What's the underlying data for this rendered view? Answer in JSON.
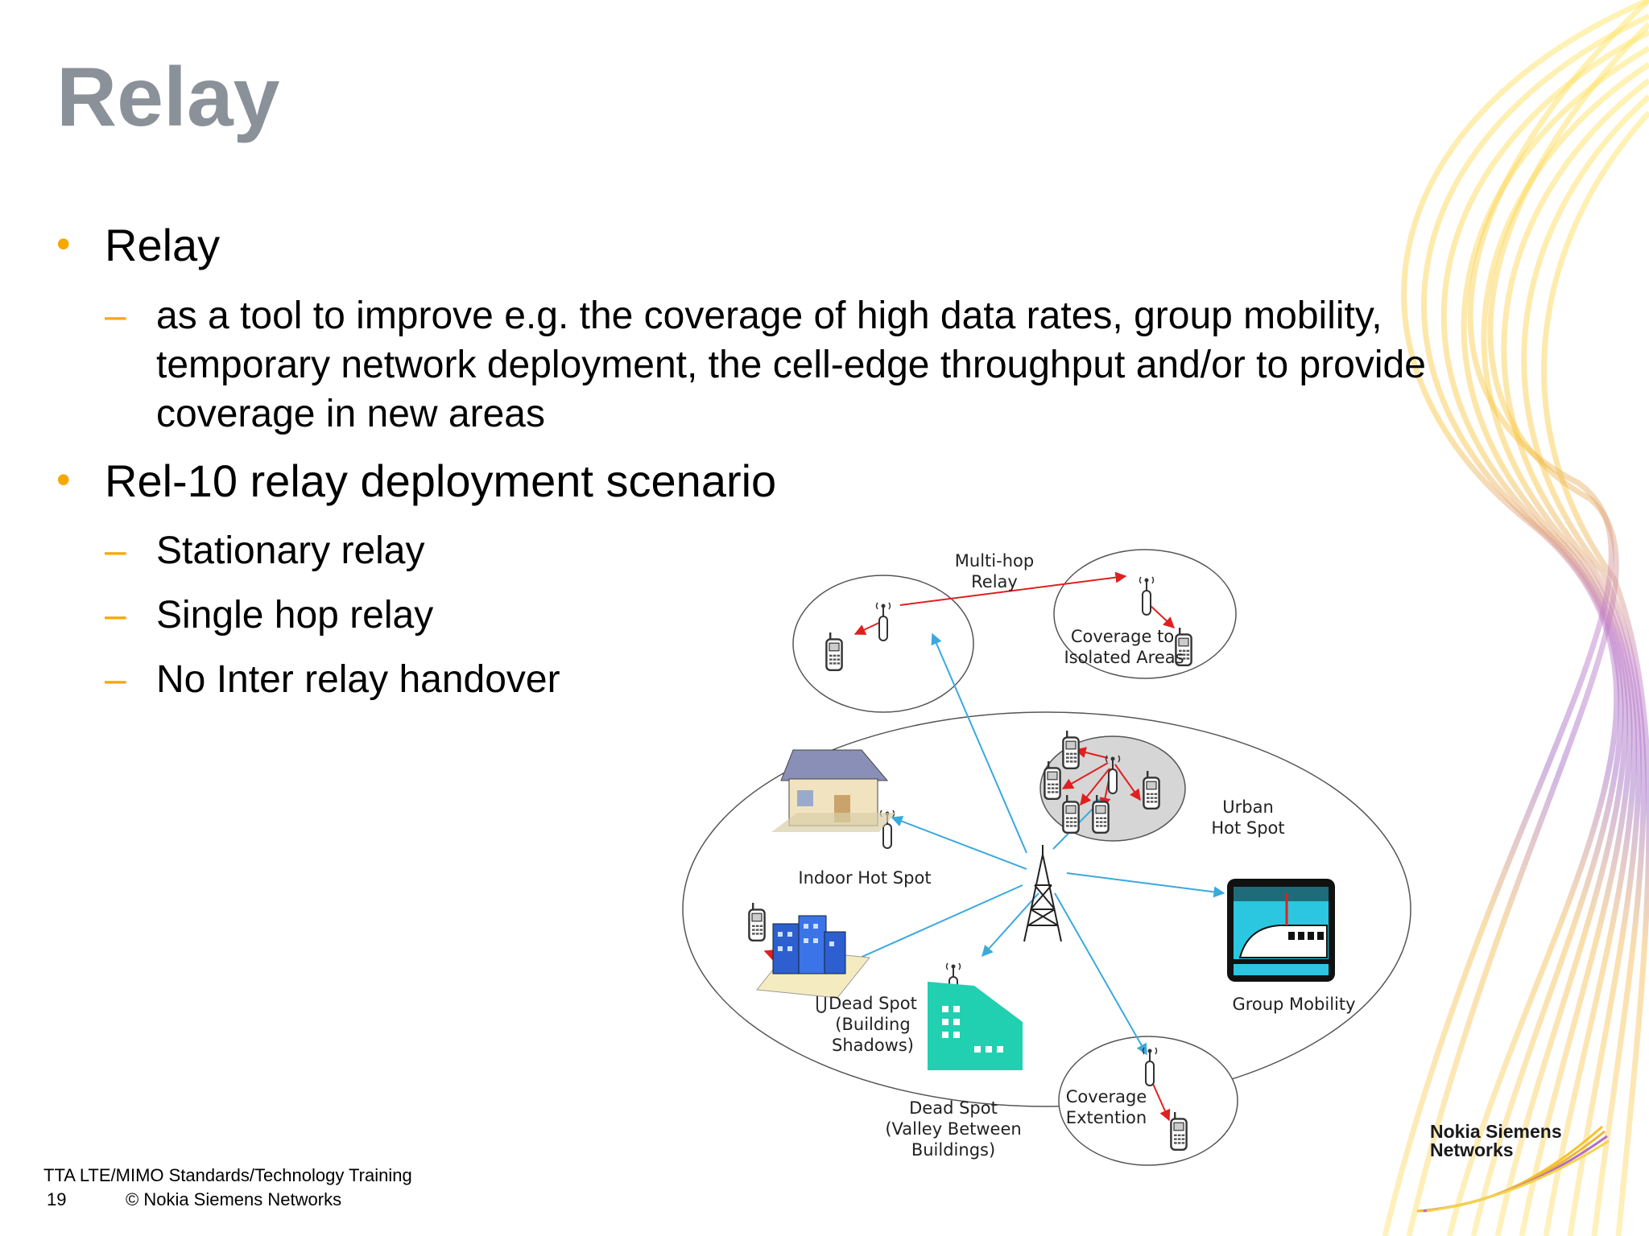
{
  "title": "Relay",
  "bullets": [
    {
      "text": "Relay",
      "subs": [
        "as a tool to improve e.g. the coverage of high data rates, group mobility, temporary network deployment, the cell-edge throughput and/or to provide coverage in new areas"
      ]
    },
    {
      "text": "Rel-10 relay deployment scenario",
      "subs": [
        "Stationary relay",
        "Single hop relay",
        "No Inter relay handover"
      ]
    }
  ],
  "diagram": {
    "labels": {
      "multihop_1": "Multi-hop",
      "multihop_2": "Relay",
      "isolated_1": "Coverage to",
      "isolated_2": "Isolated Areas",
      "urban_1": "Urban",
      "urban_2": "Hot Spot",
      "indoor": "Indoor Hot Spot",
      "group": "Group Mobility",
      "deadspot_1": "Dead Spot",
      "deadspot_2": "(Building",
      "deadspot_3": "Shadows)",
      "valley_1": "Dead Spot",
      "valley_2": "(Valley Between",
      "valley_3": "Buildings)",
      "ext_1": "Coverage",
      "ext_2": "Extention"
    }
  },
  "footer": {
    "line1": "TTA LTE/MIMO Standards/Technology Training",
    "page": "19",
    "copyright": "© Nokia Siemens Networks"
  },
  "logo": {
    "line1": "Nokia Siemens",
    "line2": "Networks"
  },
  "colors": {
    "title": "#8a9198",
    "bullet": "#f5a800",
    "link_blue": "#3aa9dc",
    "link_red": "#e02020"
  }
}
